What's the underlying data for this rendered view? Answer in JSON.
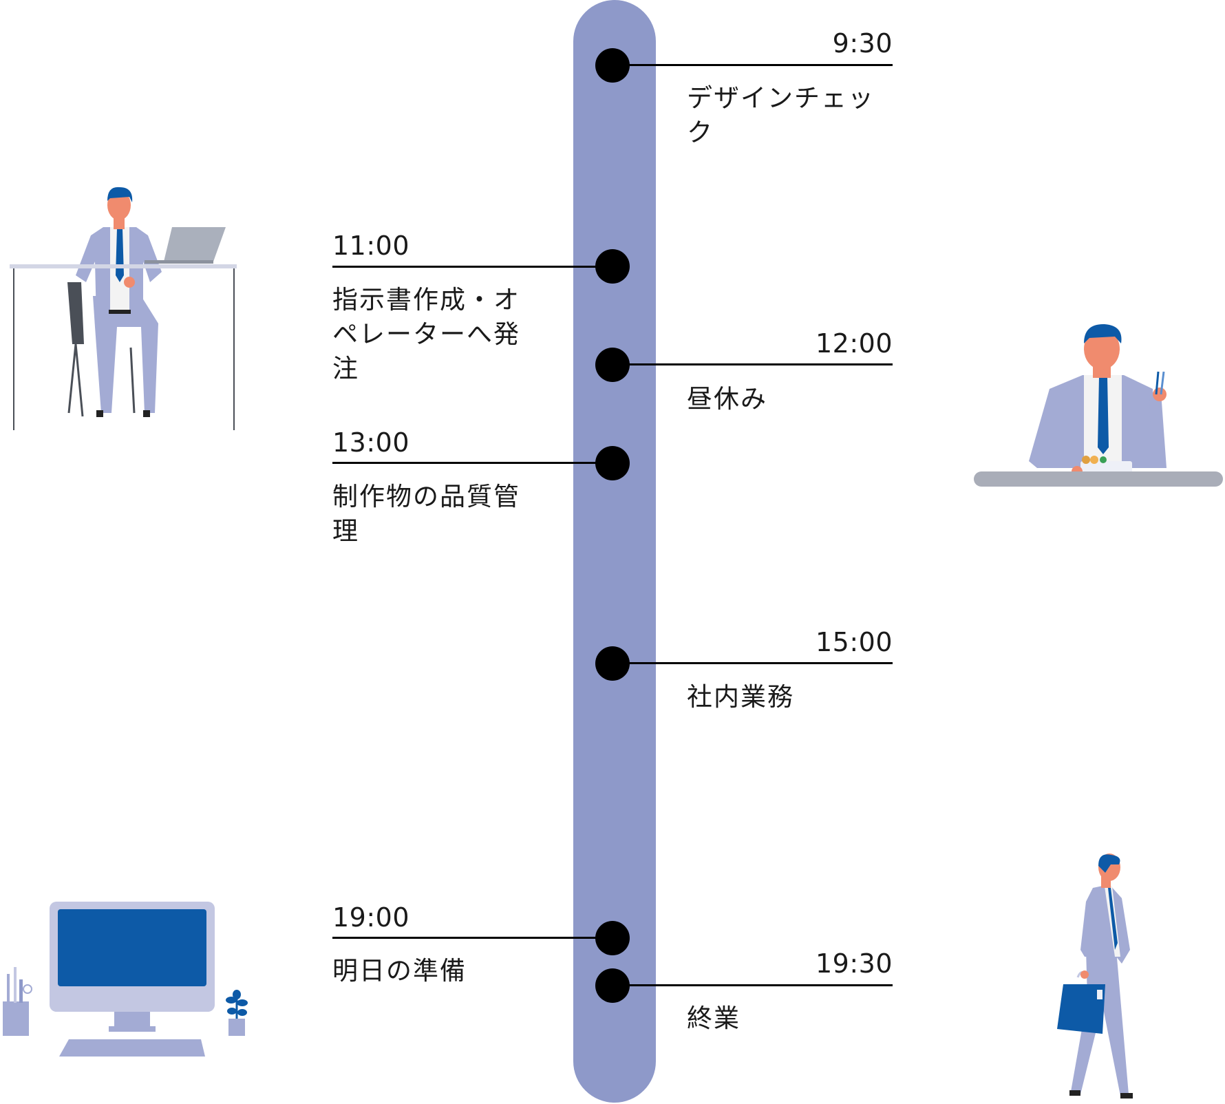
{
  "events": [
    {
      "time": "9:30",
      "label_lines": [
        "デザインチェッ",
        "ク"
      ]
    },
    {
      "time": "11:00",
      "label_lines": [
        "指示書作成・オ",
        "ペレーターへ発",
        "注"
      ]
    },
    {
      "time": "12:00",
      "label_lines": [
        "昼休み"
      ]
    },
    {
      "time": "13:00",
      "label_lines": [
        "制作物の品質管",
        "理"
      ]
    },
    {
      "time": "15:00",
      "label_lines": [
        "社内業務"
      ]
    },
    {
      "time": "19:00",
      "label_lines": [
        "明日の準備"
      ]
    },
    {
      "time": "19:30",
      "label_lines": [
        "終業"
      ]
    }
  ],
  "colors": {
    "timeline": "#8e99c9",
    "suit": "#a3abd4",
    "accent_blue": "#0d5aa7",
    "skin": "#f08b6e"
  },
  "icons": [
    "worker-at-desk-illustration",
    "lunch-illustration",
    "computer-desk-illustration",
    "walking-home-illustration"
  ]
}
